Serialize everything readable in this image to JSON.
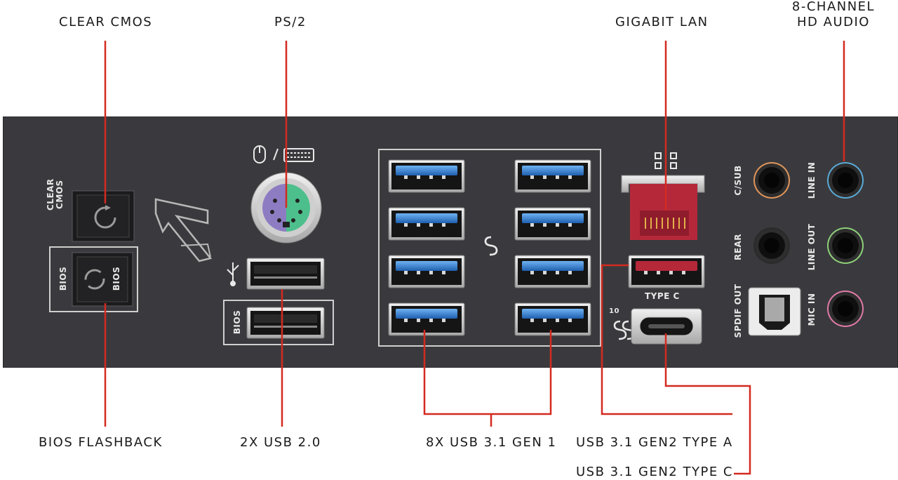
{
  "callouts": {
    "clear_cmos": "CLEAR CMOS",
    "ps2": "PS/2",
    "gigabit_lan": "GIGABIT LAN",
    "hd_audio_line1": "8-CHANNEL",
    "hd_audio_line2": "HD AUDIO",
    "bios_flashback": "BIOS FLASHBACK",
    "usb20": "2X USB 2.0",
    "usb31_gen1": "8X USB 3.1 GEN 1",
    "usb31_gen2_a": "USB 3.1 GEN2 TYPE A",
    "usb31_gen2_c": "USB 3.1 GEN2 TYPE C"
  },
  "panel_labels": {
    "clear_line1": "CLEAR",
    "clear_line2": "CMOS",
    "bios_left": "BIOS",
    "bios_button": "BIOS",
    "bios_usb": "BIOS",
    "type_c": "TYPE C",
    "c_sub": "C/SUB",
    "rear": "REAR",
    "spdif_out": "SPDIF OUT",
    "line_in": "LINE IN",
    "line_out": "LINE OUT",
    "mic_in": "MIC IN",
    "ss10_superscript": "10"
  },
  "colors": {
    "callout_line": "#d42a20",
    "panel": "#3a3a3e",
    "usb3_blue": "#2f7fd8",
    "gen2_red": "#b5283a",
    "ps2_purple": "#8e7cc3",
    "ps2_green": "#4dbf8c",
    "audio_orange": "#e0955a",
    "audio_blue": "#5aa9d6",
    "audio_green": "#8fcf7a",
    "audio_pink": "#e07aa8"
  }
}
